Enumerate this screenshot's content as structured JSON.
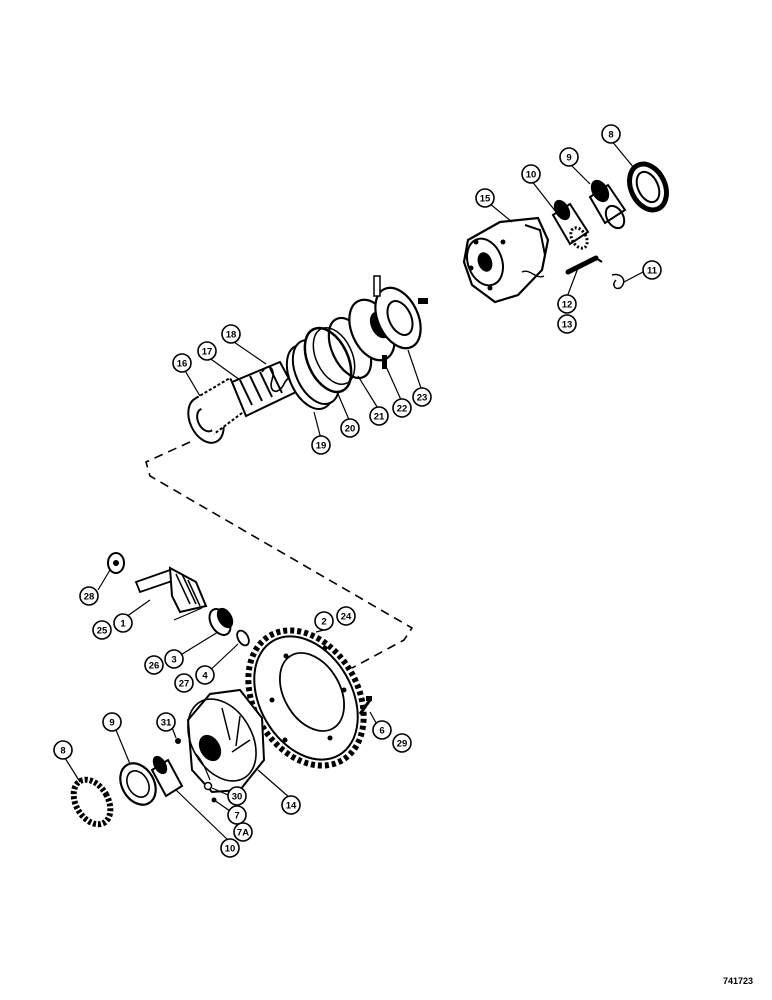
{
  "diagram": {
    "reference_number": "741723",
    "callouts": [
      "8",
      "9",
      "10",
      "15",
      "11",
      "12",
      "13",
      "16",
      "17",
      "18",
      "19",
      "20",
      "21",
      "22",
      "23",
      "28",
      "1",
      "25",
      "26",
      "3",
      "27",
      "4",
      "2",
      "24",
      "6",
      "29",
      "31",
      "30",
      "7",
      "7A",
      "9",
      "8",
      "10",
      "14"
    ]
  }
}
